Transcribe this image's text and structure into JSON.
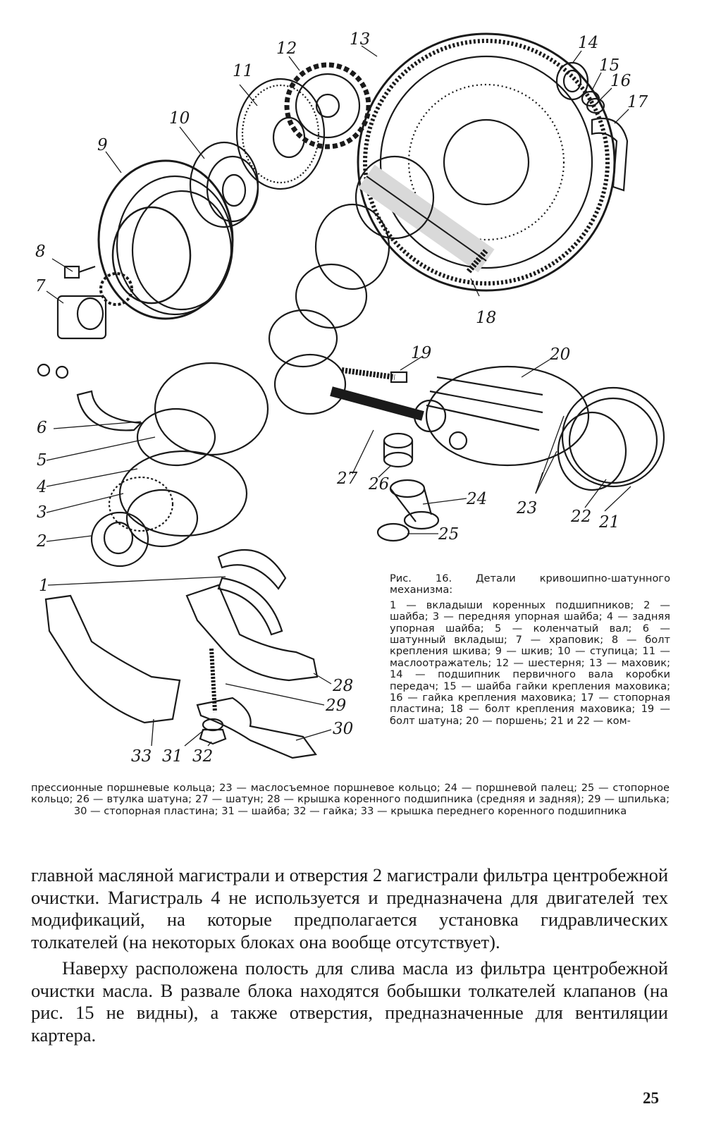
{
  "callouts": {
    "n1": "1",
    "n2": "2",
    "n3": "3",
    "n4": "4",
    "n5": "5",
    "n6": "6",
    "n7": "7",
    "n8": "8",
    "n9": "9",
    "n10": "10",
    "n11": "11",
    "n12": "12",
    "n13": "13",
    "n14": "14",
    "n15": "15",
    "n16": "16",
    "n17": "17",
    "n18": "18",
    "n19": "19",
    "n20": "20",
    "n21": "21",
    "n22": "22",
    "n23": "23",
    "n24": "24",
    "n25": "25",
    "n26": "26",
    "n27": "27",
    "n28": "28",
    "n29": "29",
    "n30": "30",
    "n31": "31",
    "n32": "32",
    "n33": "33"
  },
  "caption": {
    "head": "Рис. 16. Детали кривошипно-шатунного механизма:",
    "body_right": "1 — вкладыши коренных подшипников; 2 — шайба; 3 — передняя упорная шайба; 4 — задняя упорная шайба; 5 — коленчатый вал; 6 — шатунный вкладыш; 7 — храповик; 8 — болт крепления шкива; 9 — шкив; 10 — ступица; 11 — маслоотражатель; 12 — шестерня; 13 — маховик; 14 — подшипник первичного вала коробки передач; 15 — шайба гайки крепления маховика; 16 — гайка крепления маховика; 17 — стопорная пластина; 18 — болт крепления маховика; 19 — болт шатуна; 20 — поршень; 21 и 22 — ком-",
    "body_full": "прессионные поршневые кольца; 23 — маслосъемное поршневое кольцо; 24 — поршневой палец; 25 — стопорное кольцо; 26 — втулка шатуна; 27 — шатун; 28 — крышка коренного подшипника (средняя и задняя); 29 — шпилька; 30 — стопорная пластина; 31 — шайба; 32 — гайка; 33 — крышка переднего коренного подшипника"
  },
  "body": {
    "p1": "главной масляной магистрали и отверстия 2 магистрали фильтра центробежной очистки. Магистраль 4 не используется и предназначена для двигателей тех модификаций, на которые предполагается установка гидравлических толкателей (на некоторых блоках она вообще отсутствует).",
    "p2": "Наверху расположена полость для слива масла из фильтра центробежной очистки масла. В развале блока находятся бобышки толкателей клапанов (на рис. 15 не видны), а также отверстия, предназначенные для вентиляции картера."
  },
  "page_number": "25"
}
